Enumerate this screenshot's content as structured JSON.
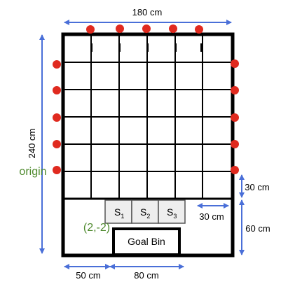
{
  "dimensions": {
    "top_width": "180 cm",
    "left_height": "240 cm",
    "bottom_left": "50 cm",
    "bottom_mid": "80 cm",
    "right_30": "30 cm",
    "right_60": "60 cm",
    "inner_30": "30 cm"
  },
  "labels": {
    "origin": "origin",
    "coordinate": "(2,-2)",
    "goal_bin": "Goal Bin"
  },
  "stations": [
    {
      "letter": "S",
      "index": "1"
    },
    {
      "letter": "S",
      "index": "2"
    },
    {
      "letter": "S",
      "index": "3"
    }
  ],
  "colors": {
    "arrow": "#4a6fd8",
    "sensor": "#e02a1f",
    "origin_text": "#4f8a2e",
    "wall": "#000000",
    "station_fill": "#eeeeee"
  }
}
